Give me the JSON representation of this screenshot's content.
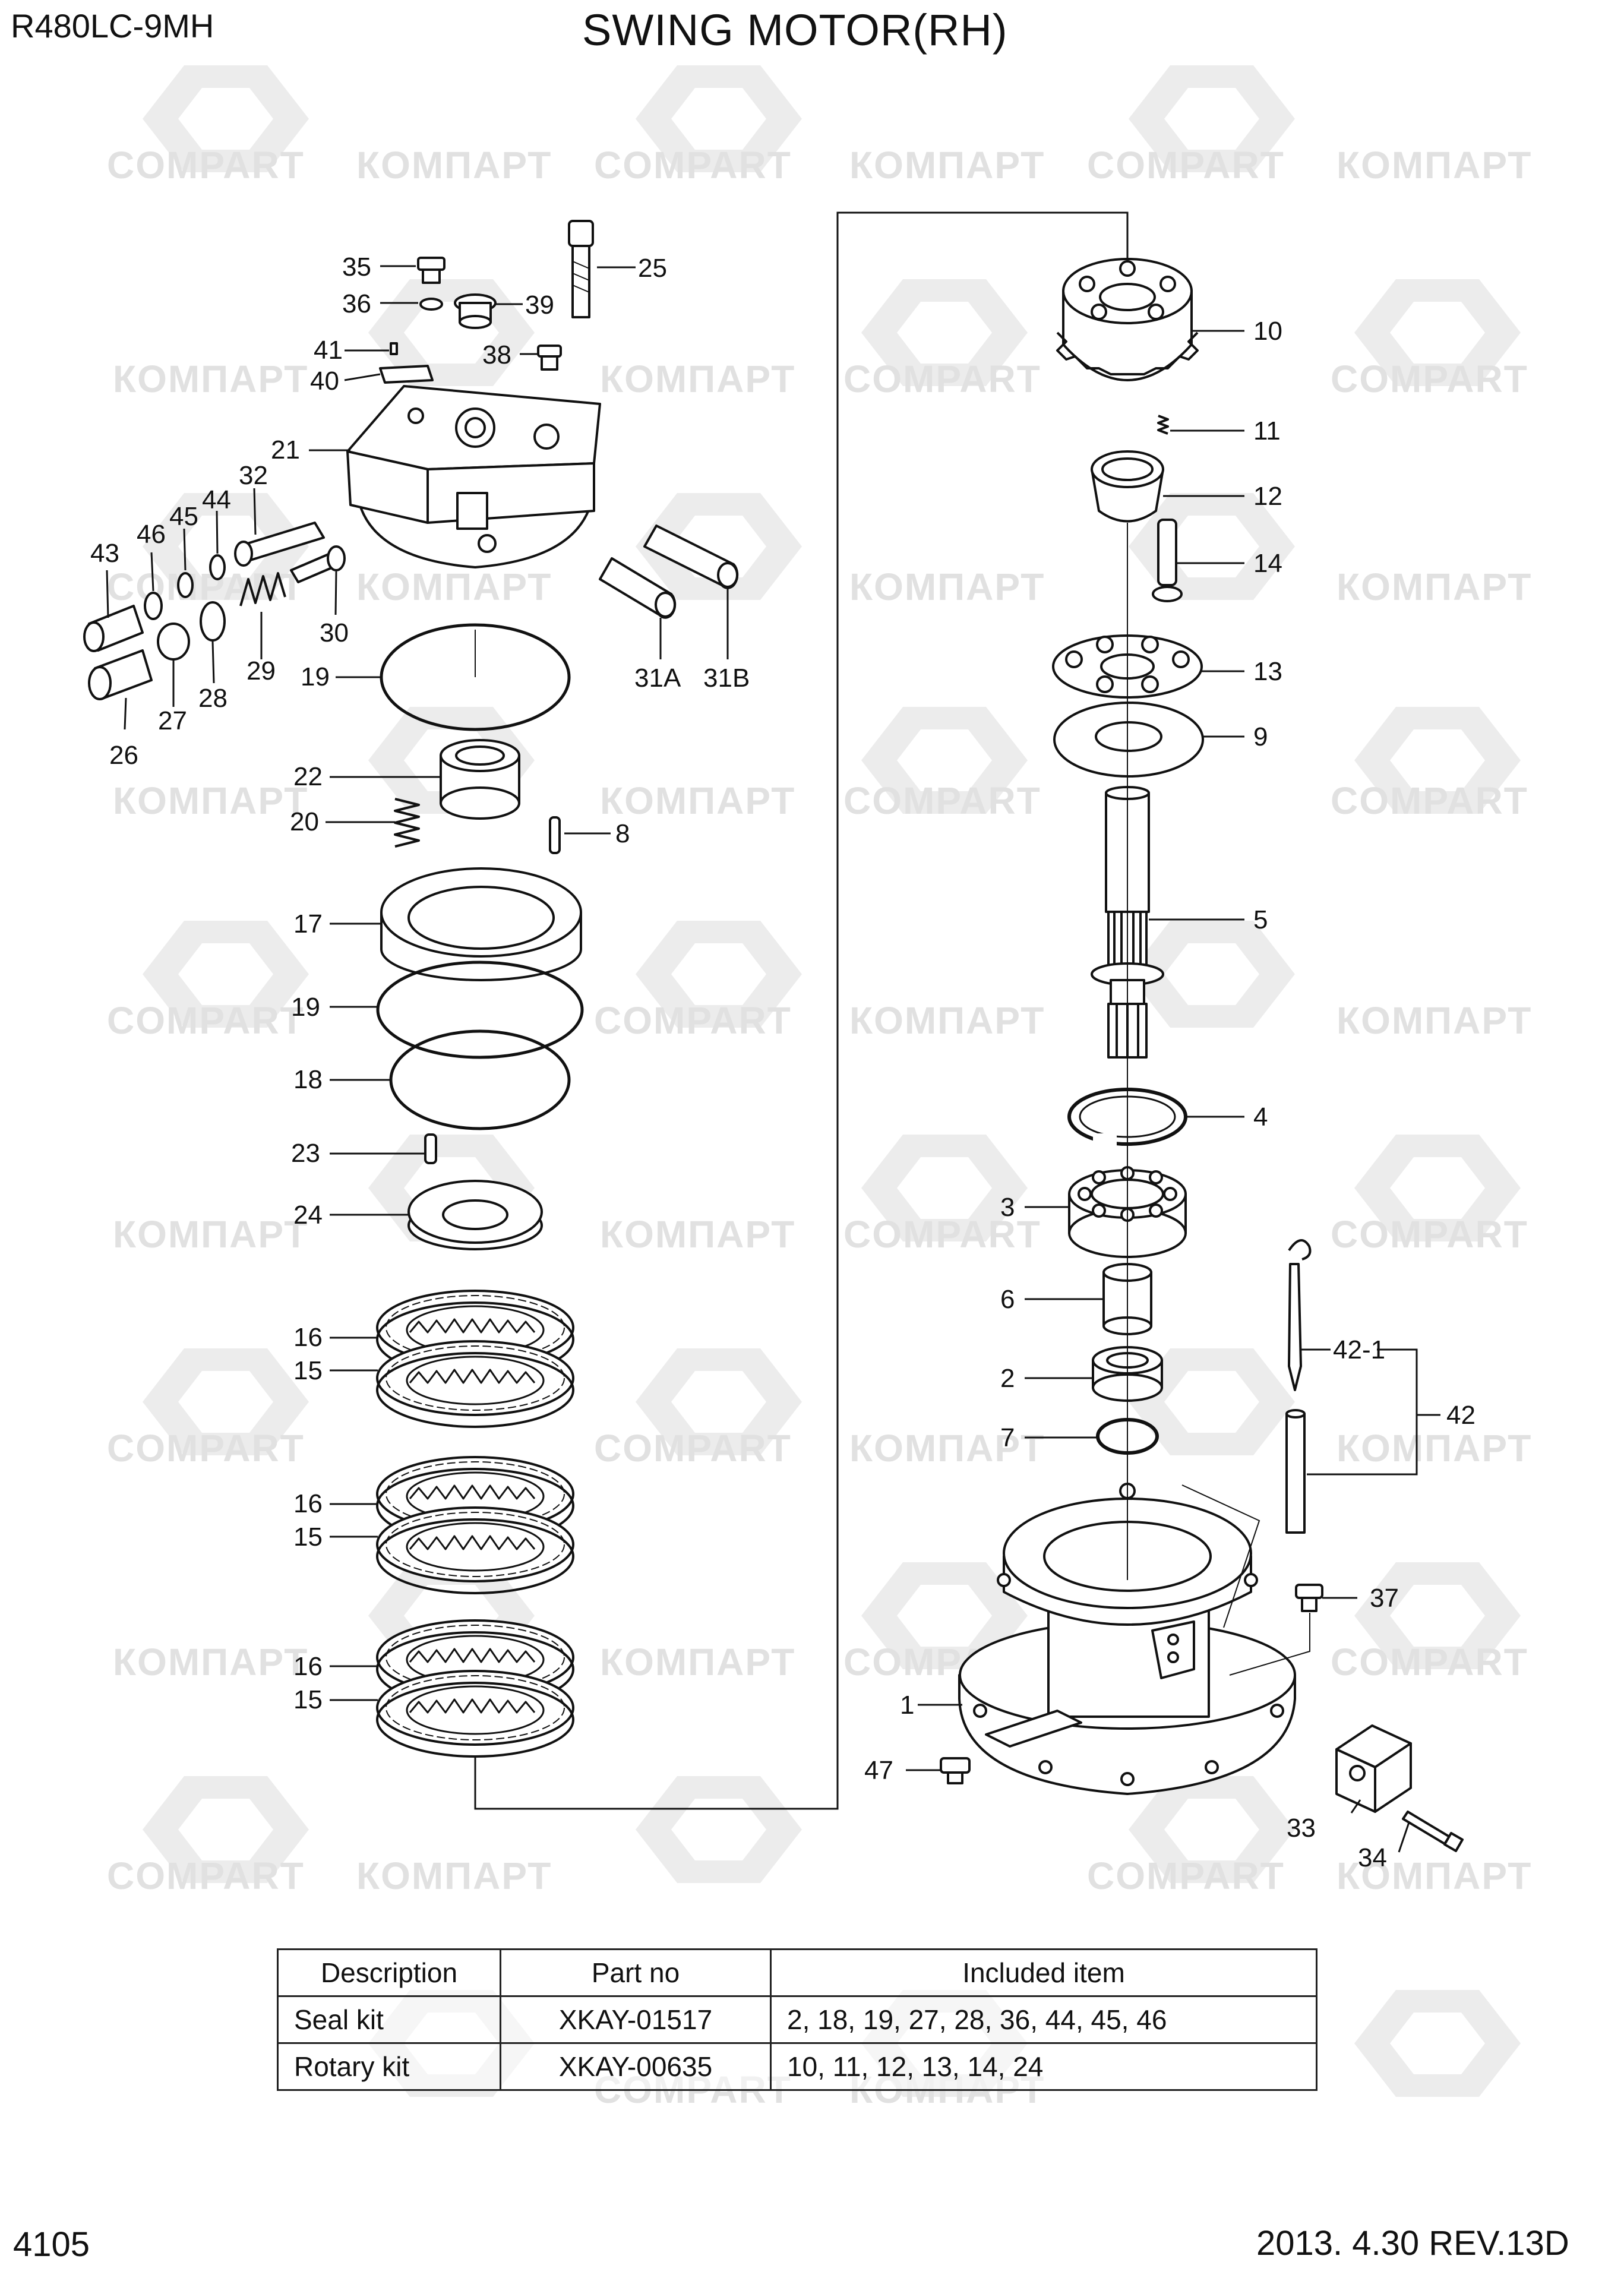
{
  "header": {
    "model": "R480LC-9MH",
    "title": "SWING MOTOR(RH)"
  },
  "watermark": {
    "brand_latin": "COMPART",
    "brand_cyrillic": "КОМПАРТ",
    "color": "#e1e1e1"
  },
  "callouts": {
    "c35": "35",
    "c36": "36",
    "c25": "25",
    "c39": "39",
    "c41": "41",
    "c40": "40",
    "c38": "38",
    "c21": "21",
    "c32": "32",
    "c45": "45",
    "c44": "44",
    "c46": "46",
    "c43": "43",
    "c30": "30",
    "c29": "29",
    "c28": "28",
    "c27": "27",
    "c26": "26",
    "c31a": "31A",
    "c31b": "31B",
    "c19a": "19",
    "c22": "22",
    "c20": "20",
    "c8": "8",
    "c17": "17",
    "c19b": "19",
    "c18": "18",
    "c23": "23",
    "c24": "24",
    "c16a": "16",
    "c15a": "15",
    "c16b": "16",
    "c15b": "15",
    "c16c": "16",
    "c15c": "15",
    "c10": "10",
    "c11": "11",
    "c12": "12",
    "c14": "14",
    "c13": "13",
    "c9": "9",
    "c5": "5",
    "c4": "4",
    "c3": "3",
    "c6": "6",
    "c2": "2",
    "c7": "7",
    "c42_1": "42-1",
    "c42": "42",
    "c37": "37",
    "c1": "1",
    "c47": "47",
    "c33": "33",
    "c34": "34"
  },
  "kit_table": {
    "headers": [
      "Description",
      "Part no",
      "Included item"
    ],
    "rows": [
      {
        "description": "Seal kit",
        "part_no": "XKAY-01517",
        "included": "2, 18, 19, 27, 28, 36, 44, 45, 46"
      },
      {
        "description": "Rotary kit",
        "part_no": "XKAY-00635",
        "included": "10, 11, 12, 13, 14, 24"
      }
    ]
  },
  "footer": {
    "page": "4105",
    "revision": "2013. 4.30  REV.13D"
  }
}
